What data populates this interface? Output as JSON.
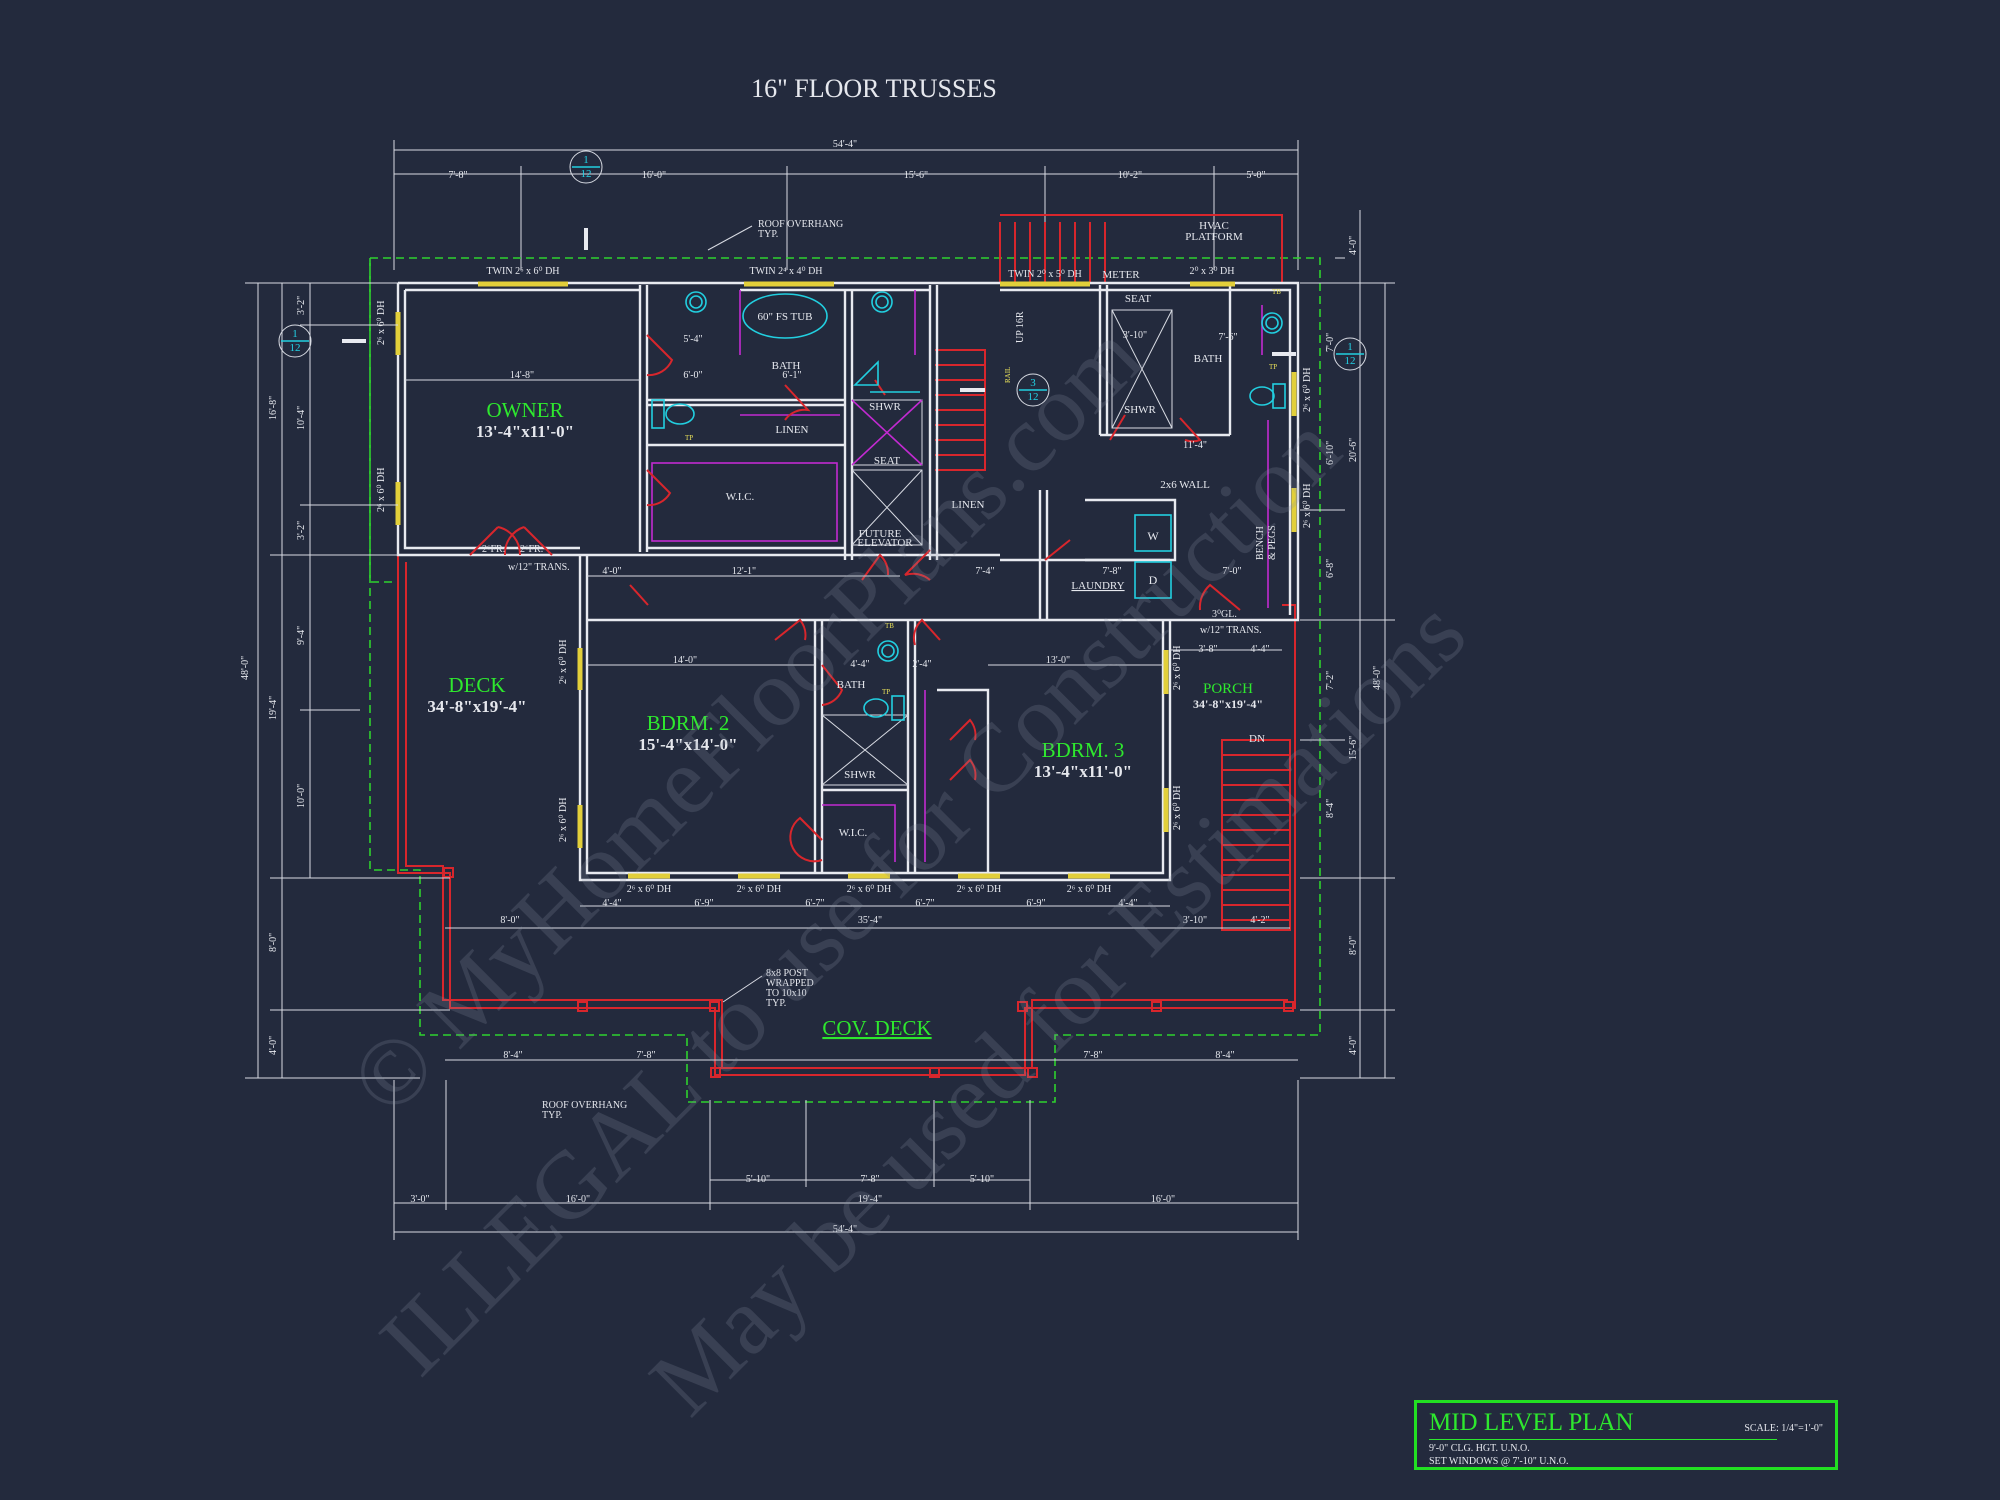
{
  "drawing": {
    "header": "16\" FLOOR TRUSSES",
    "watermark": [
      "© MyHomeFloorPlans.com",
      "ILLEGAL to use for Construction",
      "May be used for Estimations"
    ]
  },
  "rooms": {
    "owner": {
      "name": "OWNER",
      "size": "13'-4\"x11'-0\""
    },
    "deck": {
      "name": "DECK",
      "size": "34'-8\"x19'-4\""
    },
    "bdrm2": {
      "name": "BDRM. 2",
      "size": "15'-4\"x14'-0\""
    },
    "bdrm3": {
      "name": "BDRM. 3",
      "size": "13'-4\"x11'-0\""
    },
    "porch": {
      "name": "PORCH",
      "size": "34'-8\"x19'-4\""
    },
    "cov_deck": {
      "name": "COV. DECK"
    }
  },
  "labels": {
    "bath": "BATH",
    "linen": "LINEN",
    "wic": "W.I.C.",
    "shwr": "SHWR",
    "seat": "SEAT",
    "laundry": "LAUNDRY",
    "future_elevator_1": "FUTURE",
    "future_elevator_2": "ELEVATOR",
    "tub": "60\" FS TUB",
    "hvac_1": "HVAC",
    "hvac_2": "PLATFORM",
    "meter": "METER",
    "roof_overhang_1": "ROOF OVERHANG",
    "roof_overhang_2": "TYP.",
    "post_1": "8x8 POST",
    "post_2": "WRAPPED",
    "post_3": "TO 10x10",
    "post_4": "TYP.",
    "wall_2x6": "2x6 WALL",
    "bench_1": "BENCH",
    "bench_2": "& PEGS",
    "up": "UP 16R",
    "dn": "DN",
    "rail": "RAIL",
    "transom": "w/12\" TRANS.",
    "washer": "W",
    "dryer": "D",
    "fr": "2⁶FR.",
    "gl": "3⁰GL.",
    "tp": "TP",
    "tb": "TB"
  },
  "windows": {
    "twin_26": "TWIN 2⁶ x 6⁰ DH",
    "twin_24": "TWIN 2⁴ x 4⁰ DH",
    "twin_25": "TWIN 2⁰ x 5⁰ DH",
    "w_23": "2⁰ x 3⁰ DH",
    "w_26": "2⁶ x 6⁰ DH"
  },
  "dimensions": {
    "overall": "54'-4\"",
    "top": [
      "7'-8\"",
      "16'-0\"",
      "15'-6\"",
      "10'-2\"",
      "5'-0\""
    ],
    "bottom_chain": [
      "3'-0\"",
      "16'-0\"",
      "19'-4\"",
      "16'-0\""
    ],
    "bottom_inner": [
      "5'-10\"",
      "7'-8\"",
      "5'-10\""
    ],
    "deck_lower": [
      "8'-4\"",
      "7'-8\"",
      "7'-8\"",
      "8'-4\""
    ],
    "window_row": [
      "4'-4\"",
      "6'-9\"",
      "6'-7\"",
      "6'-7\"",
      "6'-9\"",
      "4'-4\""
    ],
    "mid": [
      "35'-4\"",
      "8'-0\"",
      "3'-10\"",
      "4'-2\"",
      "14'-8\"",
      "12'-1\"",
      "14'-0\"",
      "13'-0\"",
      "7'-4\"",
      "4'-0\"",
      "7'-8\"",
      "7'-0\"",
      "5'-4\"",
      "6'-0\"",
      "6'-1\"",
      "11'-4\"",
      "7'-6\"",
      "3'-10\"",
      "4'-4\"",
      "3'-8\"",
      "4'-4\"",
      "2'-4\""
    ],
    "left_outer": "48'-0\"",
    "left_a": [
      "16'-8\"",
      "19'-4\"",
      "8'-0\"",
      "4'-0\""
    ],
    "left_b": [
      "3'-2\"",
      "10'-4\"",
      "3'-2\"",
      "9'-4\"",
      "10'-0\""
    ],
    "right_outer": "48'-0\"",
    "right_a": [
      "4'-0\"",
      "20'-6\"",
      "15'-6\"",
      "8'-0\"",
      "4'-0\""
    ],
    "right_b": [
      "7'-0\"",
      "6'-10\"",
      "6'-8\"",
      "7'-2\"",
      "8'-4\""
    ]
  },
  "section_tags": [
    {
      "num": "1",
      "sheet": "12"
    },
    {
      "num": "1",
      "sheet": "12"
    },
    {
      "num": "1",
      "sheet": "12"
    },
    {
      "num": "3",
      "sheet": "12"
    }
  ],
  "title_block": {
    "title": "MID LEVEL PLAN",
    "scale": "SCALE: 1/4\"=1'-0\"",
    "note1": "9'-0\" CLG. HGT. U.N.O.",
    "note2": "SET WINDOWS @ 7'-10\" U.N.O."
  }
}
